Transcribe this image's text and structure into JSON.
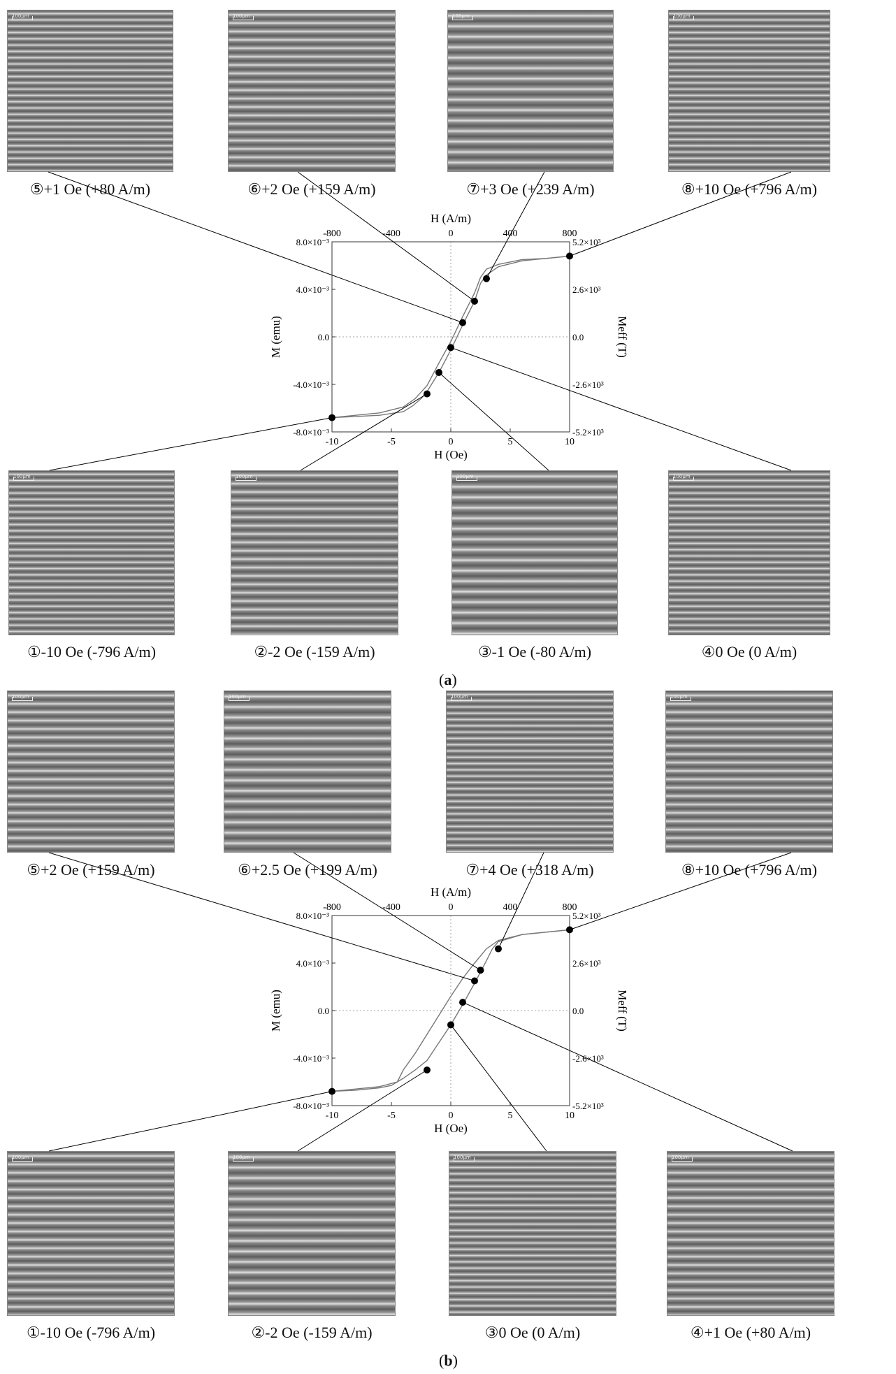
{
  "panels": [
    {
      "sub_label": "a",
      "top_captions": [
        "⑤+1 Oe (+80 A/m)",
        "⑥+2 Oe (+159 A/m)",
        "⑦+3 Oe (+239 A/m)",
        "⑧+10 Oe (+796 A/m)"
      ],
      "bottom_captions": [
        "①-10 Oe (-796 A/m)",
        "②-2 Oe (-159 A/m)",
        "③-1 Oe (-80 A/m)",
        "④0 Oe (0 A/m)"
      ],
      "scale_label": "100μm"
    },
    {
      "sub_label": "b",
      "top_captions": [
        "⑤+2 Oe (+159 A/m)",
        "⑥+2.5 Oe (+199 A/m)",
        "⑦+4 Oe (+318 A/m)",
        "⑧+10 Oe (+796 A/m)"
      ],
      "bottom_captions": [
        "①-10 Oe (-796 A/m)",
        "②-2 Oe (-159 A/m)",
        "③0 Oe (0 A/m)",
        "④+1 Oe (+80 A/m)"
      ],
      "scale_label": "100μm"
    }
  ],
  "chart_data": [
    {
      "type": "line",
      "xlabel": "H (Oe)",
      "ylabel": "M (emu)",
      "x2label": "H (A/m)",
      "y2label": "Meff (T)",
      "xlim": [
        -10,
        10
      ],
      "ylim": [
        -0.008,
        0.008
      ],
      "x_ticks": [
        "-10",
        "-5",
        "0",
        "5",
        "10"
      ],
      "y_ticks": [
        "-8.0×10⁻³",
        "-4.0×10⁻³",
        "0.0",
        "4.0×10⁻³",
        "8.0×10⁻³"
      ],
      "x2_ticks": [
        "-800",
        "-400",
        "0",
        "400",
        "800"
      ],
      "y2_ticks": [
        "-5.2×10³",
        "-2.6×10³",
        "0.0",
        "2.6×10³",
        "5.2×10³"
      ],
      "series": [
        {
          "x": [
            -10,
            -8,
            -6,
            -4,
            -3.2,
            -2.5,
            -2,
            -1,
            0,
            1,
            2,
            2.5,
            3,
            4,
            6,
            8,
            10
          ],
          "y": [
            -0.0068,
            -0.0067,
            -0.0066,
            -0.0063,
            -0.0058,
            -0.0052,
            -0.0046,
            -0.003,
            -0.0011,
            0.001,
            0.003,
            0.0045,
            0.0052,
            0.0059,
            0.0064,
            0.0066,
            0.0068
          ]
        },
        {
          "x": [
            -10,
            -8,
            -6,
            -4,
            -3,
            -2,
            -1,
            0,
            1,
            2,
            2.5,
            3,
            4,
            6,
            8,
            10
          ],
          "y": [
            -0.0068,
            -0.0066,
            -0.0064,
            -0.0059,
            -0.0052,
            -0.0041,
            -0.0022,
            -0.0004,
            0.0017,
            0.0037,
            0.005,
            0.0057,
            0.0061,
            0.0065,
            0.0066,
            0.0068
          ]
        }
      ],
      "points": [
        {
          "x": -10,
          "y": -0.0068
        },
        {
          "x": -2,
          "y": -0.0048
        },
        {
          "x": -1,
          "y": -0.003
        },
        {
          "x": 0,
          "y": -0.0009
        },
        {
          "x": 1,
          "y": 0.0012
        },
        {
          "x": 2,
          "y": 0.003
        },
        {
          "x": 3,
          "y": 0.0049
        },
        {
          "x": 10,
          "y": 0.0068
        }
      ]
    },
    {
      "type": "line",
      "xlabel": "H (Oe)",
      "ylabel": "M (emu)",
      "x2label": "H (A/m)",
      "y2label": "Meff (T)",
      "xlim": [
        -10,
        10
      ],
      "ylim": [
        -0.008,
        0.008
      ],
      "x_ticks": [
        "-10",
        "-5",
        "0",
        "5",
        "10"
      ],
      "y_ticks": [
        "-8.0×10⁻³",
        "-4.0×10⁻³",
        "0.0",
        "4.0×10⁻³",
        "8.0×10⁻³"
      ],
      "x2_ticks": [
        "-800",
        "-400",
        "0",
        "400",
        "800"
      ],
      "y2_ticks": [
        "-5.2×10³",
        "-2.6×10³",
        "0.0",
        "2.6×10³",
        "5.2×10³"
      ],
      "series": [
        {
          "x": [
            -10,
            -8,
            -6,
            -5,
            -4,
            -3,
            -2,
            -1,
            0,
            1,
            2,
            3,
            3.5,
            4,
            6,
            8,
            10
          ],
          "y": [
            -0.0068,
            -0.0067,
            -0.0065,
            -0.0063,
            -0.0057,
            -0.005,
            -0.0042,
            -0.0027,
            -0.0012,
            0.0005,
            0.0023,
            0.0042,
            0.0052,
            0.0058,
            0.0064,
            0.0066,
            0.0068
          ]
        },
        {
          "x": [
            -10,
            -8,
            -6,
            -4.5,
            -4,
            -3,
            -2,
            -1,
            0,
            1,
            2,
            3,
            4,
            6,
            8,
            10
          ],
          "y": [
            -0.0068,
            -0.0066,
            -0.0064,
            -0.006,
            -0.005,
            -0.0036,
            -0.002,
            -0.0004,
            0.0012,
            0.0027,
            0.004,
            0.0052,
            0.0059,
            0.0064,
            0.0066,
            0.0068
          ]
        }
      ],
      "points": [
        {
          "x": -10,
          "y": -0.0068
        },
        {
          "x": -2,
          "y": -0.005
        },
        {
          "x": 0,
          "y": -0.0012
        },
        {
          "x": 1,
          "y": 0.0007
        },
        {
          "x": 2,
          "y": 0.0025
        },
        {
          "x": 2.5,
          "y": 0.0034
        },
        {
          "x": 4,
          "y": 0.0052
        },
        {
          "x": 10,
          "y": 0.0068
        }
      ]
    }
  ]
}
